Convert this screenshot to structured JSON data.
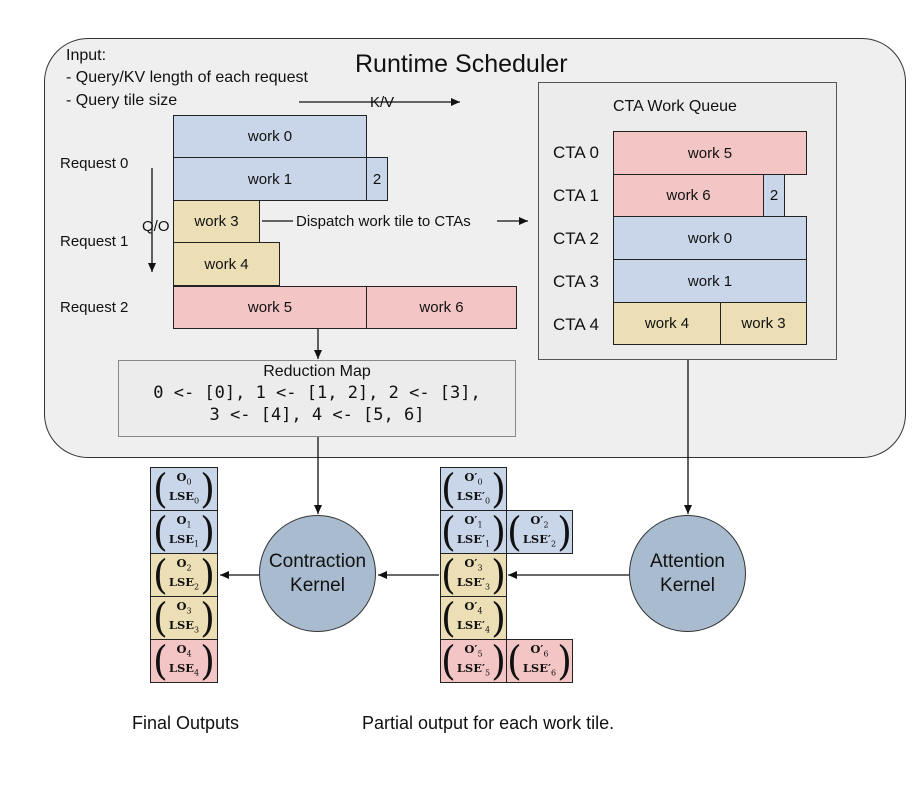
{
  "scheduler": {
    "title": "Runtime Scheduler",
    "input_lines": [
      "Input:",
      "- Query/KV length of each request",
      "- Query tile size"
    ],
    "kv_label": "K/V",
    "qo_label": "Q/O",
    "requests": [
      "Request 0",
      "Request 1",
      "Request 2"
    ],
    "work_tiles": [
      "work 0",
      "work 1",
      "2",
      "work 3",
      "work 4",
      "work 5",
      "work 6"
    ],
    "dispatch_label": "Dispatch work tile to CTAs"
  },
  "queue": {
    "title": "CTA Work Queue",
    "ctas": [
      "CTA 0",
      "CTA 1",
      "CTA 2",
      "CTA 3",
      "CTA 4"
    ],
    "tiles": [
      "work 5",
      "work 6",
      "2",
      "work 0",
      "work 1",
      "work 4",
      "work 3"
    ]
  },
  "reduction_map": {
    "title": "Reduction Map",
    "line1": "0 <- [0], 1 <- [1, 2], 2 <- [3],",
    "line2": "3 <- [4], 4 <- [5, 6]"
  },
  "kernels": {
    "contraction": [
      "Contraction",
      "Kernel"
    ],
    "attention": [
      "Attention",
      "Kernel"
    ]
  },
  "final_outputs": [
    {
      "o": "O",
      "o_sub": "0",
      "lse": "LSE",
      "lse_sub": "0"
    },
    {
      "o": "O",
      "o_sub": "1",
      "lse": "LSE",
      "lse_sub": "1"
    },
    {
      "o": "O",
      "o_sub": "2",
      "lse": "LSE",
      "lse_sub": "2"
    },
    {
      "o": "O",
      "o_sub": "3",
      "lse": "LSE",
      "lse_sub": "3"
    },
    {
      "o": "O",
      "o_sub": "4",
      "lse": "LSE",
      "lse_sub": "4"
    }
  ],
  "partial_outputs": [
    {
      "o": "O′",
      "o_sub": "0",
      "lse": "LSE′",
      "lse_sub": "0"
    },
    {
      "o": "O′",
      "o_sub": "1",
      "lse": "LSE′",
      "lse_sub": "1"
    },
    {
      "o": "O′",
      "o_sub": "2",
      "lse": "LSE′",
      "lse_sub": "2"
    },
    {
      "o": "O′",
      "o_sub": "3",
      "lse": "LSE′",
      "lse_sub": "3"
    },
    {
      "o": "O′",
      "o_sub": "4",
      "lse": "LSE′",
      "lse_sub": "4"
    },
    {
      "o": "O′",
      "o_sub": "5",
      "lse": "LSE′",
      "lse_sub": "5"
    },
    {
      "o": "O′",
      "o_sub": "6",
      "lse": "LSE′",
      "lse_sub": "6"
    }
  ],
  "captions": {
    "final": "Final Outputs",
    "partial": "Partial output for each work tile."
  },
  "colors": {
    "blue": "#c9d5e8",
    "tan": "#ecdfb5",
    "pink": "#f4c5c5",
    "kernel": "#a9bccf"
  }
}
